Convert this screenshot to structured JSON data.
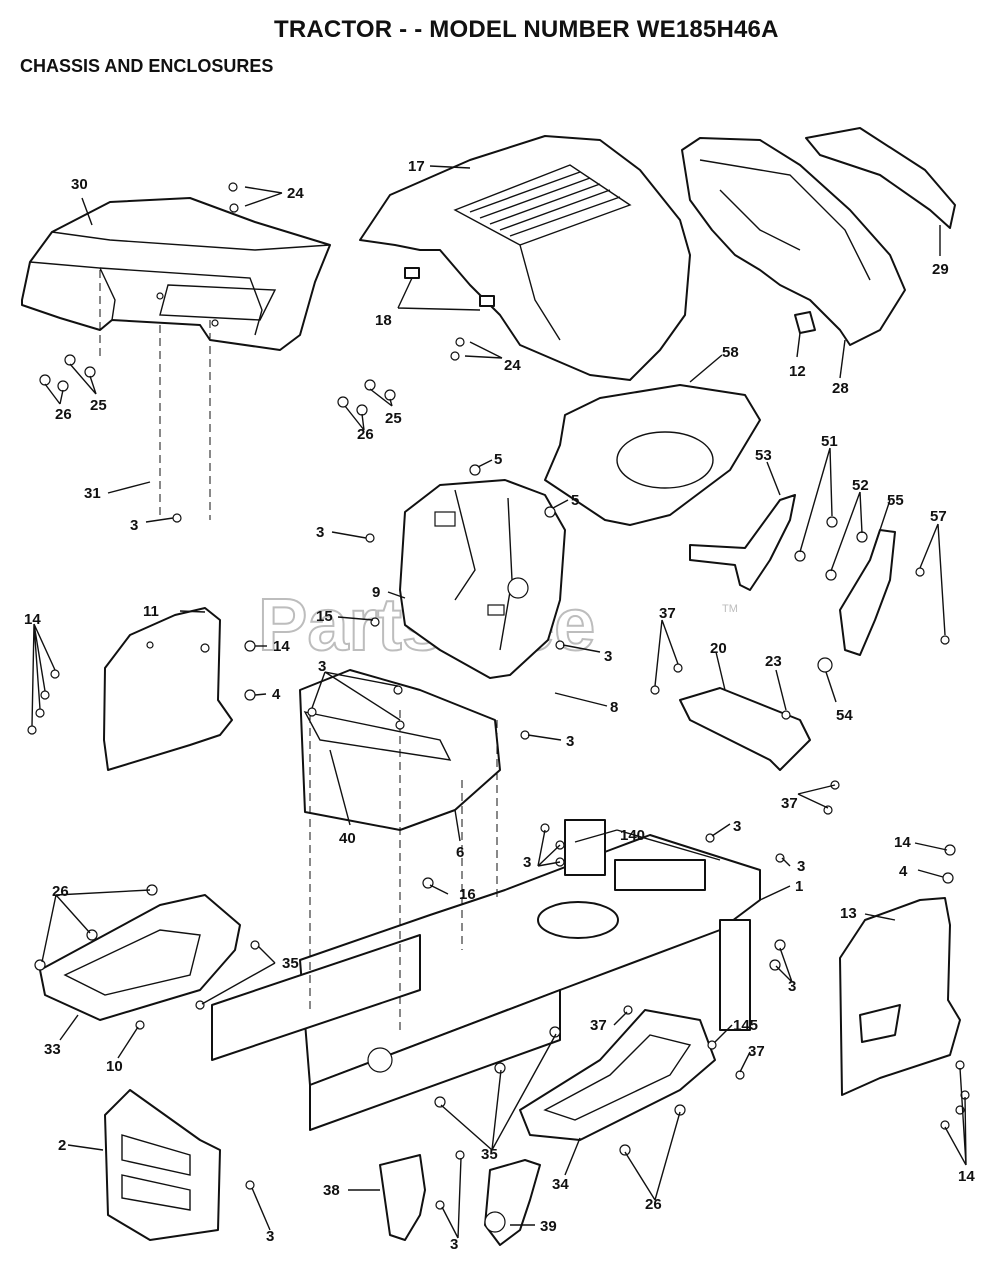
{
  "header": {
    "title": "TRACTOR - - MODEL NUMBER WE185H46A",
    "subtitle": "CHASSIS AND ENCLOSURES"
  },
  "watermark": {
    "text": "PartsTree",
    "tm": "TM"
  },
  "callouts": {
    "c1": "30",
    "c2": "24",
    "c3": "17",
    "c4": "29",
    "c5": "18",
    "c6": "24",
    "c7": "12",
    "c8": "28",
    "c9": "26",
    "c10": "25",
    "c11": "26",
    "c12": "25",
    "c13": "58",
    "c14": "5",
    "c15": "5",
    "c16": "31",
    "c17": "3",
    "c18": "3",
    "c19": "53",
    "c20": "51",
    "c21": "52",
    "c22": "55",
    "c23": "57",
    "c24": "9",
    "c25": "11",
    "c26": "14",
    "c27": "15",
    "c28": "14",
    "c29": "4",
    "c30": "3",
    "c31": "37",
    "c32": "20",
    "c33": "23",
    "c34": "54",
    "c35": "3",
    "c36": "8",
    "c37": "3",
    "c38": "37",
    "c39": "40",
    "c40": "6",
    "c41": "3",
    "c42": "140",
    "c43": "3",
    "c44": "16",
    "c45": "14",
    "c46": "3",
    "c47": "4",
    "c48": "26",
    "c49": "1",
    "c50": "13",
    "c51": "35",
    "c52": "3",
    "c53": "33",
    "c54": "10",
    "c55": "37",
    "c56": "145",
    "c57": "37",
    "c58": "2",
    "c59": "35",
    "c60": "34",
    "c61": "26",
    "c62": "14",
    "c63": "38",
    "c64": "3",
    "c65": "39",
    "c66": "3"
  }
}
